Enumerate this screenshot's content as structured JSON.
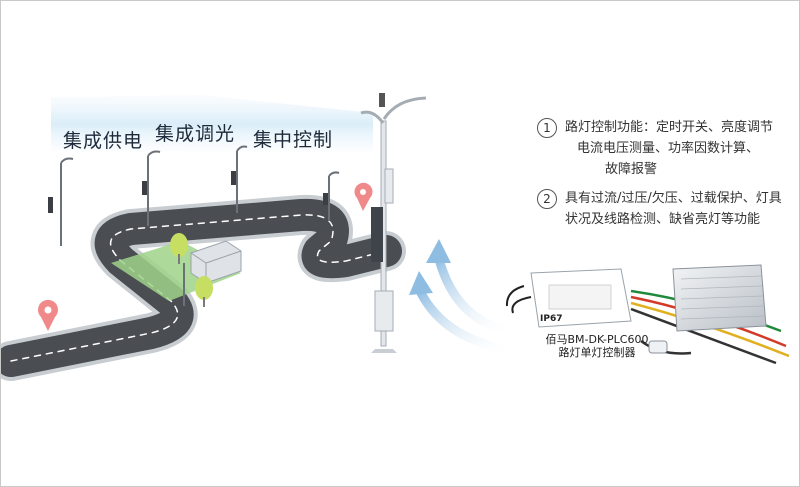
{
  "banner": {
    "labels": [
      "集成供电",
      "集成调光",
      "集中控制"
    ]
  },
  "features": [
    {
      "number": "1",
      "lines": [
        "路灯控制功能：定时开关、亮度调节",
        "电流电压测量、功率因数计算、",
        "故障报警"
      ]
    },
    {
      "number": "2",
      "lines": [
        "具有过流/过压/欠压、过载保护、灯具",
        "状况及线路检测、缺省亮灯等功能"
      ]
    }
  ],
  "device": {
    "rating": "IP67",
    "caption_line1": "佰马BM-DK-PLC600",
    "caption_line2": "路灯单灯控制器"
  },
  "colors": {
    "road": "#4a4d52",
    "road_edge": "#c8cdd2",
    "sky_glow": "#d9ecf7",
    "arrow": "#a7cbe6",
    "pin": "#f08a8a",
    "grass": "#9fd48a",
    "tree": "#c6df63"
  }
}
